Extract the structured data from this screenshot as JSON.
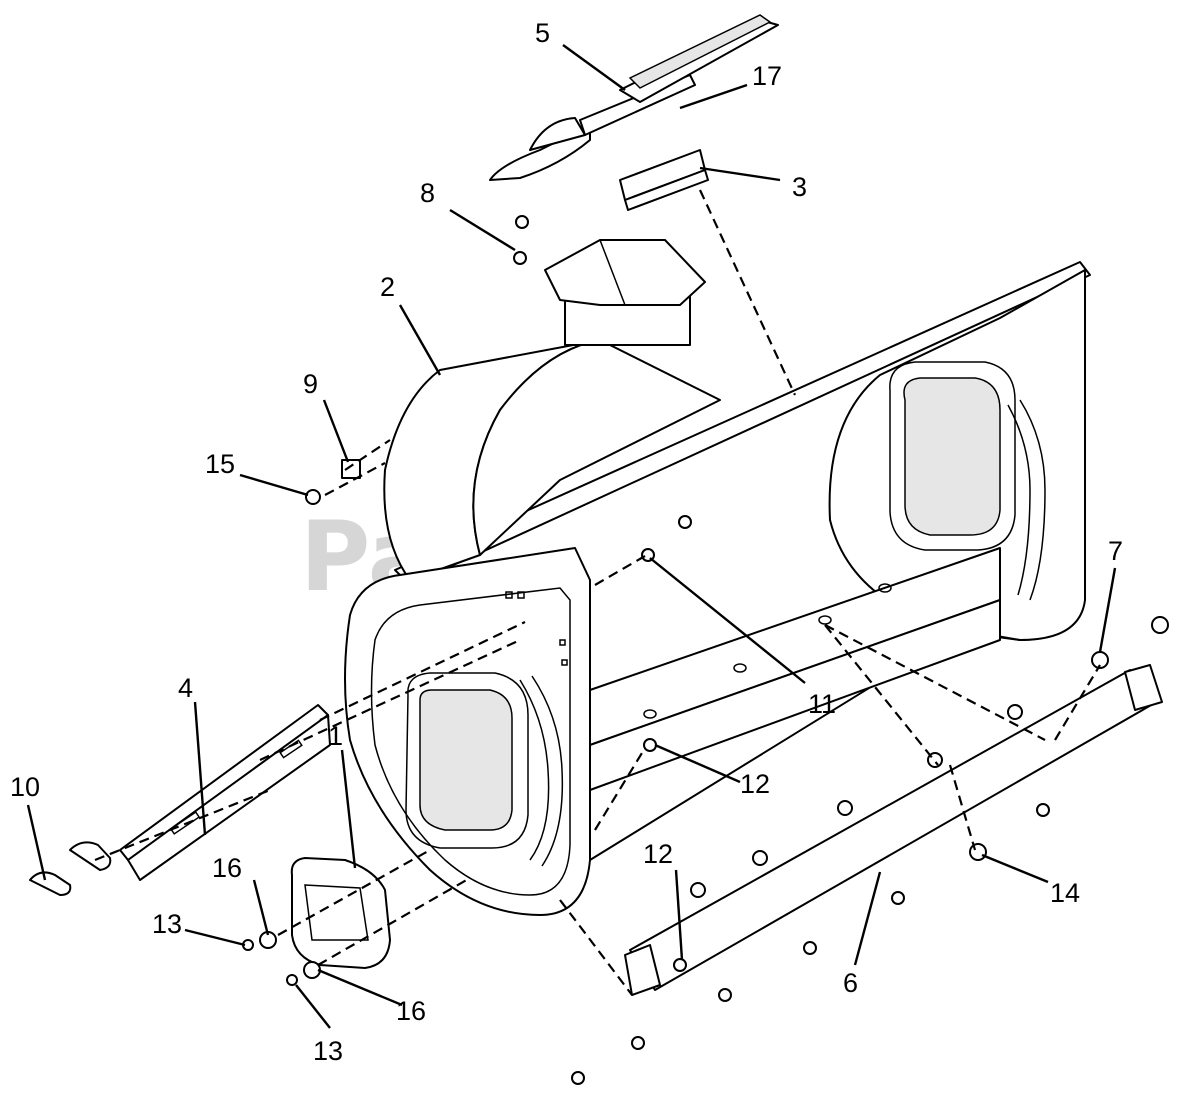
{
  "watermark": "PartsTree",
  "callouts": [
    {
      "id": "c5",
      "label": "5"
    },
    {
      "id": "c17",
      "label": "17"
    },
    {
      "id": "c3",
      "label": "3"
    },
    {
      "id": "c8",
      "label": "8"
    },
    {
      "id": "c2",
      "label": "2"
    },
    {
      "id": "c9",
      "label": "9"
    },
    {
      "id": "c15",
      "label": "15"
    },
    {
      "id": "c7",
      "label": "7"
    },
    {
      "id": "c11",
      "label": "11"
    },
    {
      "id": "c4",
      "label": "4"
    },
    {
      "id": "c12a",
      "label": "12"
    },
    {
      "id": "c1",
      "label": "1"
    },
    {
      "id": "c10",
      "label": "10"
    },
    {
      "id": "c16a",
      "label": "16"
    },
    {
      "id": "c13a",
      "label": "13"
    },
    {
      "id": "c12b",
      "label": "12"
    },
    {
      "id": "c14",
      "label": "14"
    },
    {
      "id": "c6",
      "label": "6"
    },
    {
      "id": "c16b",
      "label": "16"
    },
    {
      "id": "c13b",
      "label": "13"
    }
  ]
}
